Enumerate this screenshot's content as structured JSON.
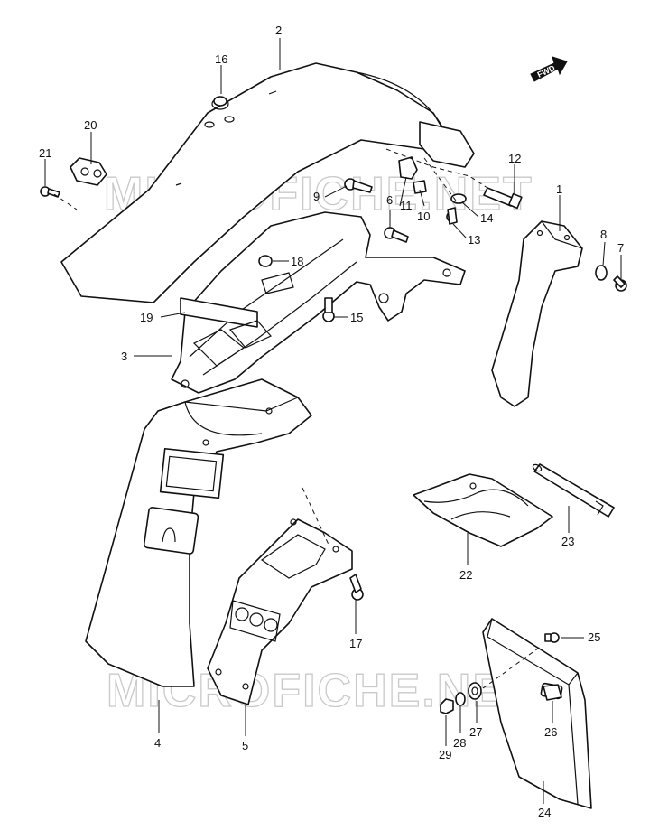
{
  "watermark": "MICROFICHE.NET",
  "fwd_label": "FWD",
  "callouts": {
    "c1": "1",
    "c2": "2",
    "c3": "3",
    "c4": "4",
    "c5": "5",
    "c6": "6",
    "c7": "7",
    "c8": "8",
    "c9": "9",
    "c10": "10",
    "c11": "11",
    "c12": "12",
    "c13": "13",
    "c14": "14",
    "c15": "15",
    "c16": "16",
    "c17": "17",
    "c18": "18",
    "c19": "19",
    "c20": "20",
    "c21": "21",
    "c22": "22",
    "c23": "23",
    "c24": "24",
    "c25": "25",
    "c26": "26",
    "c27": "27",
    "c28": "28",
    "c29": "29"
  }
}
